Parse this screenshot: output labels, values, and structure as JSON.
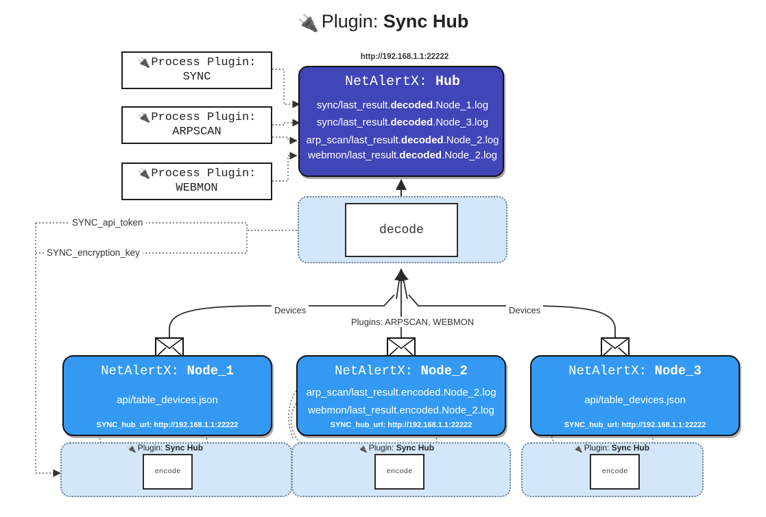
{
  "title": {
    "icon": "electric-plug-icon",
    "prefix": "Plugin:",
    "name": "Sync Hub"
  },
  "process_plugins": [
    {
      "heading": "Process Plugin:",
      "name": "SYNC"
    },
    {
      "heading": "Process Plugin:",
      "name": "ARPSCAN"
    },
    {
      "heading": "Process Plugin:",
      "name": "WEBMON"
    }
  ],
  "hub": {
    "url": "http://192.168.1.1:22222",
    "prefix": "NetAlertX:",
    "name": "Hub",
    "logs": [
      {
        "pre": "sync/last_result.",
        "em": "decoded",
        "post": ".Node_1.log"
      },
      {
        "pre": "sync/last_result.",
        "em": "decoded",
        "post": ".Node_3.log"
      },
      {
        "pre": "arp_scan/last_result.",
        "em": "decoded",
        "post": ".Node_2.log"
      },
      {
        "pre": "webmon/last_result.",
        "em": "decoded",
        "post": ".Node_2.log"
      }
    ]
  },
  "decode": {
    "label": "decode"
  },
  "secrets": [
    {
      "label": "SYNC_api_token"
    },
    {
      "label": "SYNC_encryption_key"
    }
  ],
  "flows": {
    "devices_left": "Devices",
    "devices_right": "Devices",
    "plugins_middle": "Plugins: ARPSCAN, WEBMON"
  },
  "nodes": [
    {
      "prefix": "NetAlertX:",
      "name": "Node_1",
      "lines": [
        "api/table_devices.json"
      ],
      "hub_url": "SYNC_hub_url: http://192.168.1.1:22222",
      "plugin_caption_prefix": "Plugin:",
      "plugin_caption_name": "Sync Hub",
      "encode_label": "encode"
    },
    {
      "prefix": "NetAlertX:",
      "name": "Node_2",
      "lines": [
        "arp_scan/last_result.encoded.Node_2.log",
        "webmon/last_result.encoded.Node_2.log"
      ],
      "hub_url": "SYNC_hub_url: http://192.168.1.1:22222",
      "plugin_caption_prefix": "Plugin:",
      "plugin_caption_name": "Sync Hub",
      "encode_label": "encode"
    },
    {
      "prefix": "NetAlertX:",
      "name": "Node_3",
      "lines": [
        "api/table_devices.json"
      ],
      "hub_url": "SYNC_hub_url: http://192.168.1.1:22222",
      "plugin_caption_prefix": "Plugin:",
      "plugin_caption_name": "Sync Hub",
      "encode_label": "encode"
    }
  ],
  "colors": {
    "hub_fill": "#4045b8",
    "node_fill": "#3399f3",
    "container_fill": "#d4e7fa",
    "container_border": "#6b7e92",
    "stroke": "#2b2b2b"
  }
}
